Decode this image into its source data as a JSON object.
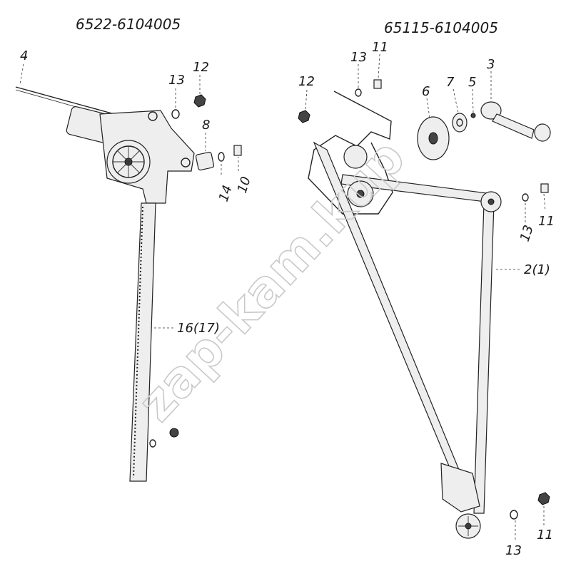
{
  "titles": {
    "left": "6522-6104005",
    "right": "65115-6104005"
  },
  "labels": {
    "l4": "4",
    "l13a": "13",
    "l12a": "12",
    "l8": "8",
    "l14": "14",
    "l10": "10",
    "l16": "16(17)",
    "l12b": "12",
    "l13b": "13",
    "l11a": "11",
    "l6": "6",
    "l7": "7",
    "l5": "5",
    "l3": "3",
    "l13c": "13",
    "l11b": "11",
    "l2": "2(1)",
    "l13d": "13",
    "l11c": "11"
  },
  "watermark": "zap-kam.kup"
}
